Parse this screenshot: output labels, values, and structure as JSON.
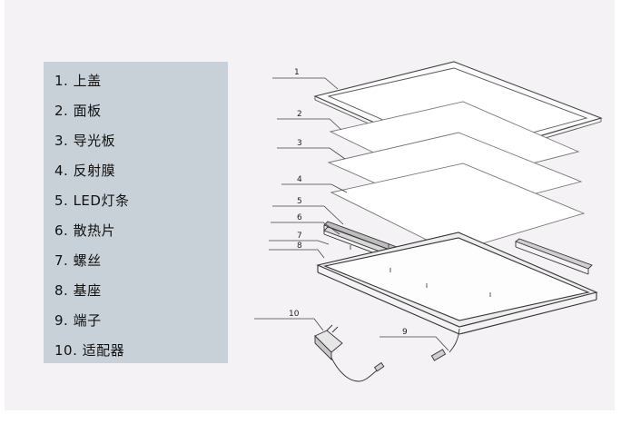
{
  "legend": {
    "items": [
      "1. 上盖",
      "2. 面板",
      "3. 导光板",
      "4. 反射膜",
      "5. LED灯条",
      "6. 散热片",
      "7. 螺丝",
      "8. 基座",
      "9. 端子",
      "10. 适配器"
    ]
  },
  "diagram": {
    "callouts": [
      "1",
      "2",
      "3",
      "4",
      "5",
      "6",
      "7",
      "8",
      "9",
      "10"
    ]
  }
}
